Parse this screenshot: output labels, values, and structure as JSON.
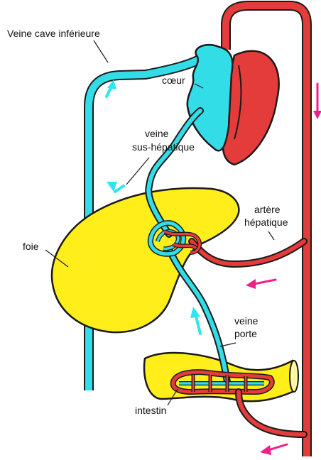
{
  "labels": {
    "vena_cava": "Veine cave inférieure",
    "heart": "cœur",
    "hepatic_vein_line1": "veine",
    "hepatic_vein_line2": "sus-hépatique",
    "liver": "foie",
    "hepatic_artery_line1": "artère",
    "hepatic_artery_line2": "hépatique",
    "portal_vein_line1": "veine",
    "portal_vein_line2": "porte",
    "intestine": "intestin"
  },
  "colors": {
    "venous_blue": "#33dde8",
    "arterial_red": "#e43b3b",
    "organ_yellow": "#ffee1a",
    "outline": "#1a1a1a",
    "arrow_cyan": "#2ce6f2",
    "arrow_magenta": "#ef1f86"
  }
}
